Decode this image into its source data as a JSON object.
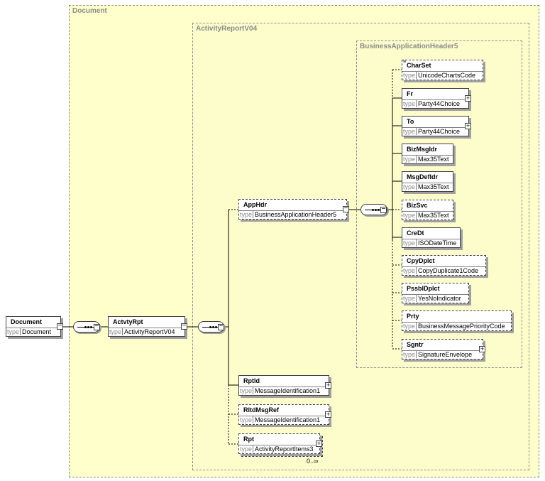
{
  "groups": {
    "document": "Document",
    "activity_report": "ActivityReportV04",
    "bah": "BusinessApplicationHeader5"
  },
  "type_keyword": "type",
  "root": {
    "name": "Document",
    "type": "Document"
  },
  "activity": {
    "name": "ActvtyRpt",
    "type": "ActivityReportV04"
  },
  "app_hdr": {
    "name": "AppHdr",
    "type": "BusinessApplicationHeader5"
  },
  "rpt_id": {
    "name": "RptId",
    "type": "MessageIdentification1"
  },
  "rltd_msg_ref": {
    "name": "RltdMsgRef",
    "type": "MessageIdentification1"
  },
  "rpt": {
    "name": "Rpt",
    "type": "ActivityReportItems3",
    "occurrence": "0..∞"
  },
  "header_fields": [
    {
      "name": "CharSet",
      "type": "UnicodeChartsCode"
    },
    {
      "name": "Fr",
      "type": "Party44Choice"
    },
    {
      "name": "To",
      "type": "Party44Choice"
    },
    {
      "name": "BizMsgIdr",
      "type": "Max35Text"
    },
    {
      "name": "MsgDefIdr",
      "type": "Max35Text"
    },
    {
      "name": "BizSvc",
      "type": "Max35Text"
    },
    {
      "name": "CreDt",
      "type": "ISODateTime"
    },
    {
      "name": "CpyDplct",
      "type": "CopyDuplicate1Code"
    },
    {
      "name": "PssblDplct",
      "type": "YesNoIndicator"
    },
    {
      "name": "Prty",
      "type": "BusinessMessagePriorityCode"
    },
    {
      "name": "Sgntr",
      "type": "SignatureEnvelope"
    }
  ],
  "colors": {
    "group_fill": "#ffffcc",
    "border": "#404040",
    "shadow": "#a0a0a0",
    "type_keyword": "#8a8a8a"
  }
}
